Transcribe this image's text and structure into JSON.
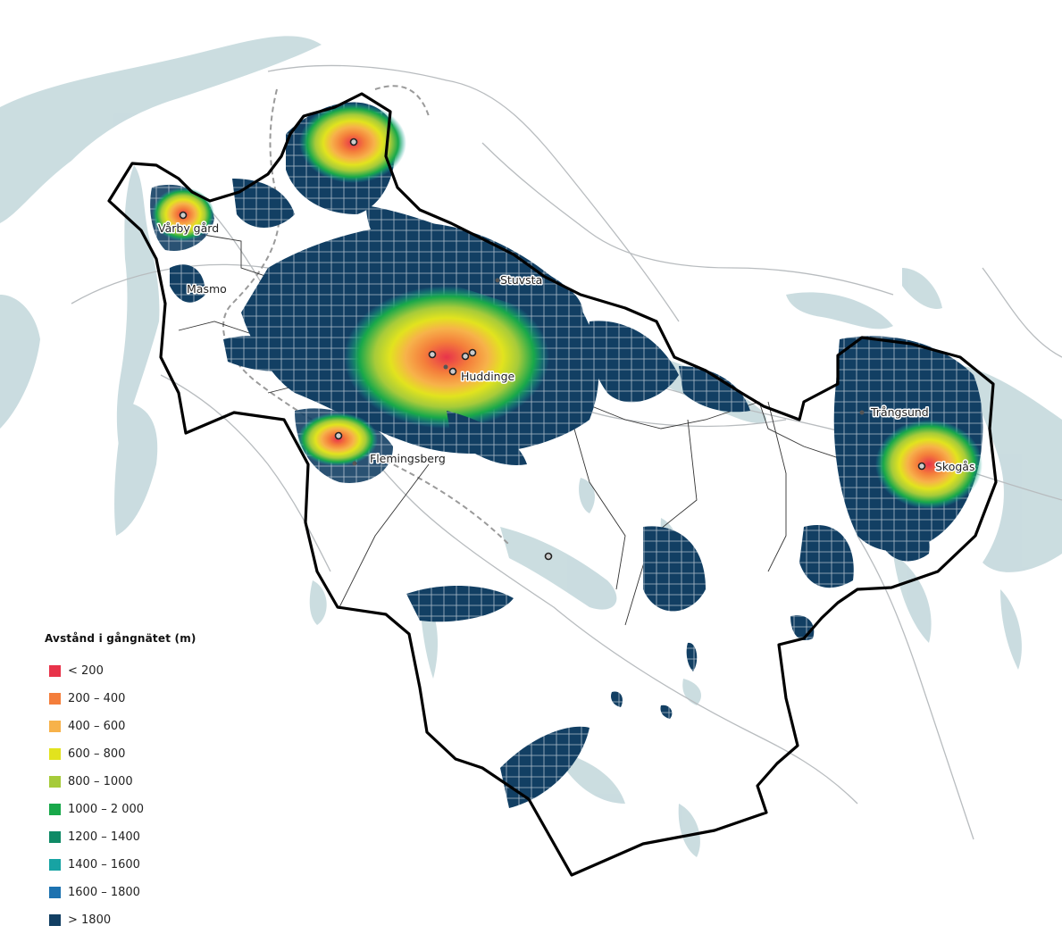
{
  "map": {
    "legend": {
      "title": "Avstånd i gångnätet (m)",
      "items": [
        {
          "label": "< 200",
          "color": "#e8334a"
        },
        {
          "label": "200 – 400",
          "color": "#f47e3b"
        },
        {
          "label": "400 – 600",
          "color": "#f7b24a"
        },
        {
          "label": "600 – 800",
          "color": "#e2e31e"
        },
        {
          "label": "800 – 1000",
          "color": "#a6cb3a"
        },
        {
          "label": "1000 – 2  000",
          "color": "#18a84a"
        },
        {
          "label": "1200 – 1400",
          "color": "#0f8a66"
        },
        {
          "label": "1400 – 1600",
          "color": "#17a3a3"
        },
        {
          "label": "1600 – 1800",
          "color": "#1d72b0"
        },
        {
          "label": "> 1800",
          "color": "#123f63"
        }
      ]
    },
    "places": {
      "varby_gard": "Vårby gård",
      "masmo": "Masmo",
      "stuvsta": "Stuvsta",
      "huddinge": "Huddinge",
      "flemingsberg": "Flemingsberg",
      "trangsund": "Trångsund",
      "skogas": "Skogås"
    },
    "colors": {
      "water": "#c5d9dd",
      "roads": "#b8bcbf",
      "boundary": "#000000"
    }
  }
}
